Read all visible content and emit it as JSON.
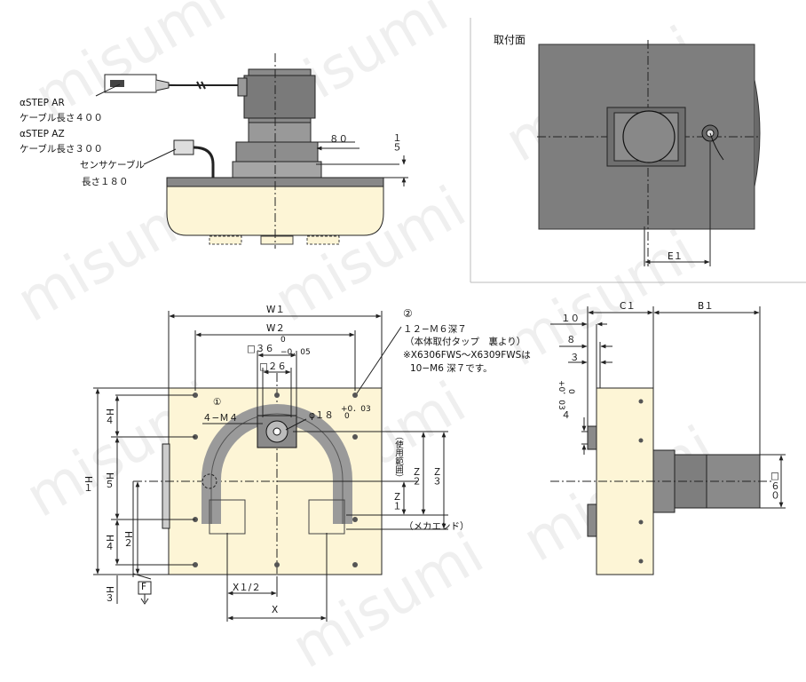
{
  "colors": {
    "panel": "#fdf5d6",
    "motor": "#8a8a8a",
    "plate": "#7e7e7e",
    "line": "#222222",
    "frame": "#bbbbbb"
  },
  "watermark": "misumi",
  "views": {
    "mounting_face": {
      "title": "取付面",
      "e1": "E１"
    },
    "side_top": {
      "cable_ar_1": "αSTEP  AR",
      "cable_ar_2": "ケーブル長さ４００",
      "cable_az_1": "αSTEP  AZ",
      "cable_az_2": "ケーブル長さ３００",
      "sensor_1": "センサケーブル",
      "sensor_2": "長さ１８０",
      "dim_80": "８０",
      "dim_15": "１５"
    },
    "front": {
      "w1": "W１",
      "w2": "W２",
      "sq36": "□３６",
      "sq36_tol_top": "0",
      "sq36_tol_bot": "−0．05",
      "sq26": "□２６",
      "circ1": "①",
      "m4": "４−Ｍ４",
      "phi18": "φ１８",
      "phi18_tol_top": "+0．03",
      "phi18_tol_bot": "0",
      "circ2": "②",
      "tap_1": "１２−Ｍ６深７",
      "tap_2": "（本体取付タップ　裏より）",
      "tap_3": "※X6306FWS～X6309FWSは",
      "tap_4": "10−M6 深７です。",
      "h1": "H１",
      "h2": "H２",
      "h3": "H３",
      "h4a": "H４",
      "h4b": "H４",
      "h5": "H５",
      "z1": "Ｚ１",
      "z2": "Ｚ２",
      "z3": "Ｚ３",
      "range": "（使用範囲）",
      "mech_end": "（メカエンド）",
      "x_half": "X１/２",
      "x": "X",
      "f": "F"
    },
    "right_side": {
      "c1": "C１",
      "b1": "B１",
      "d10": "１０",
      "d8": "８",
      "d3": "３",
      "d4": "４",
      "d4_tol_top": "+0．03",
      "d4_tol_bot": "0",
      "sq60": "□６０"
    }
  }
}
